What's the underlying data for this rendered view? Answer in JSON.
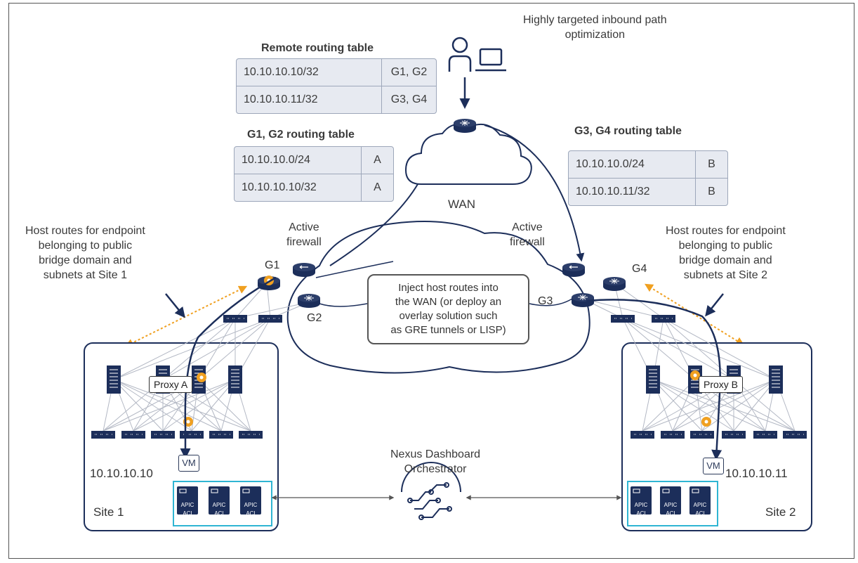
{
  "remote_table": {
    "title": "Remote routing table",
    "rows": [
      [
        "10.10.10.10/32",
        "G1, G2"
      ],
      [
        "10.10.10.11/32",
        "G3, G4"
      ]
    ]
  },
  "g1g2_table": {
    "title": "G1, G2 routing table",
    "rows": [
      [
        "10.10.10.0/24",
        "A"
      ],
      [
        "10.10.10.10/32",
        "A"
      ]
    ]
  },
  "g3g4_table": {
    "title": "G3, G4 routing table",
    "rows": [
      [
        "10.10.10.0/24",
        "B"
      ],
      [
        "10.10.10.11/32",
        "B"
      ]
    ]
  },
  "optimization_note": "Highly targeted inbound path\noptimization",
  "wan_label": "WAN",
  "firewall_left": "Active\nfirewall",
  "firewall_right": "Active\nfirewall",
  "host_routes_left": "Host routes for endpoint\nbelonging to public\nbridge domain and\nsubnets at Site 1",
  "host_routes_right": "Host routes for endpoint\nbelonging to public\nbridge domain and\nsubnets at Site 2",
  "gateways": {
    "g1": "G1",
    "g2": "G2",
    "g3": "G3",
    "g4": "G4"
  },
  "callout": "Inject host routes into\nthe WAN (or deploy an\noverlay solution such\nas GRE tunnels or LISP)",
  "proxy_a": "Proxy A",
  "proxy_b": "Proxy B",
  "vm_label": "VM",
  "ip_site1": "10.10.10.10",
  "ip_site2": "10.10.10.11",
  "orchestrator": "Nexus Dashboard\nOrchestrator",
  "site1": "Site 1",
  "site2": "Site 2",
  "apic_label": "APIC",
  "aci_label": "ACI",
  "colors": {
    "navy": "#1c2e5a",
    "orange": "#f0a020",
    "cyan": "#2fb5d3",
    "table_bg": "#e7eaf1"
  }
}
